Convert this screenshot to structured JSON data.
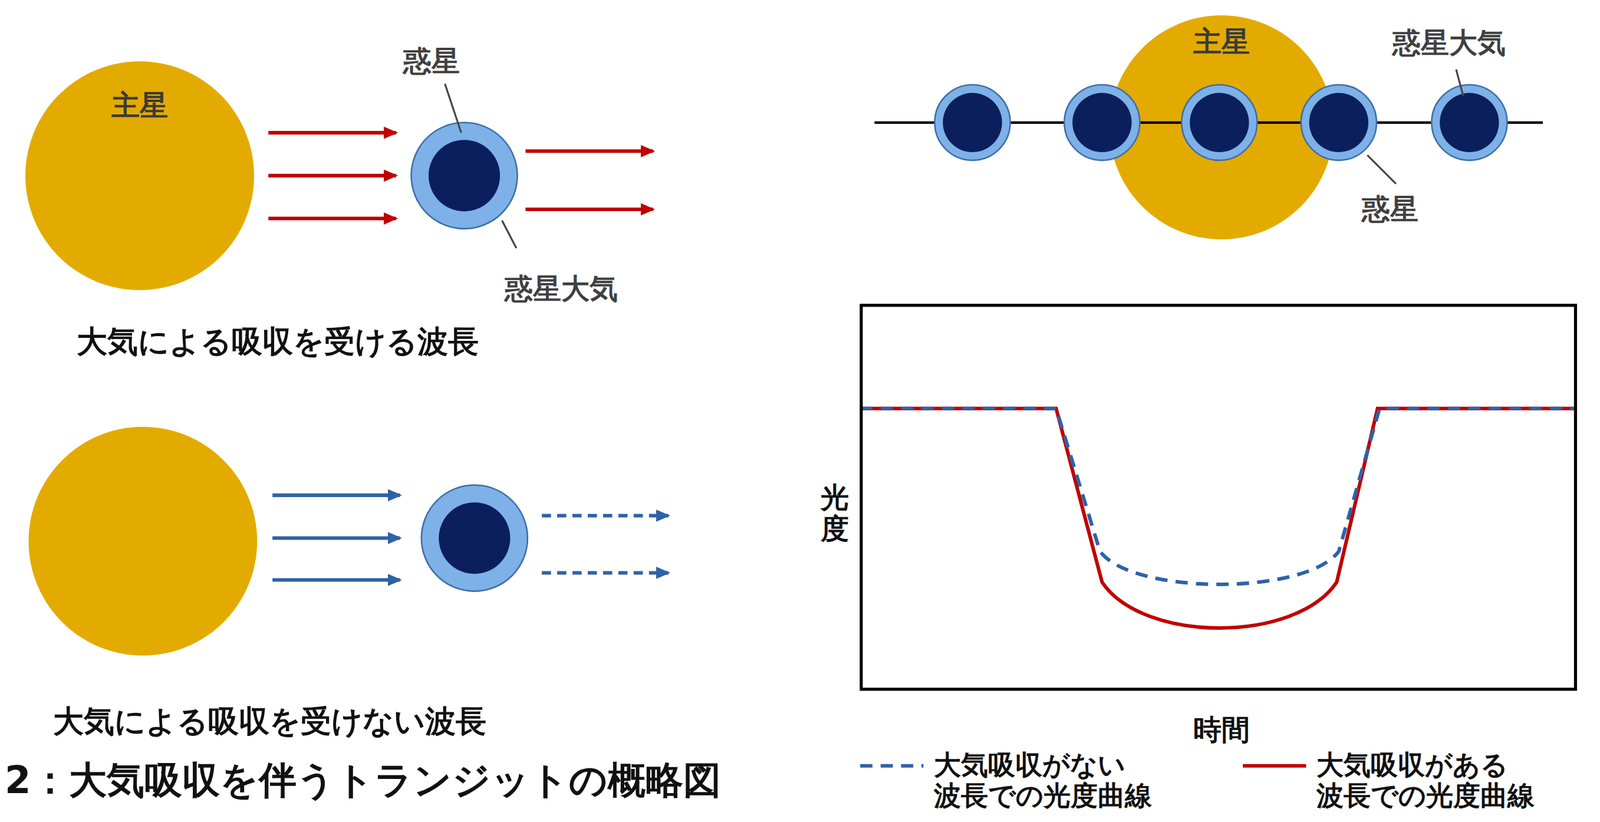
{
  "diagram": {
    "title": "2：大気吸収を伴うトランジットの概略図",
    "nodes": [
      {
        "text": [
          "主星"
        ]
      },
      {
        "text": [
          "主星"
        ]
      }
    ],
    "labels": [
      "惑星",
      "惑星大気",
      "大気による吸収を受ける波長",
      "大気による吸収を受けない波長",
      "惑星大気",
      "惑星",
      "光度",
      "時間"
    ],
    "legend": [
      {
        "text": "大気吸収がない 波長での光度曲線"
      },
      {
        "text": "大気吸収がある 波長での光度曲線"
      }
    ]
  }
}
